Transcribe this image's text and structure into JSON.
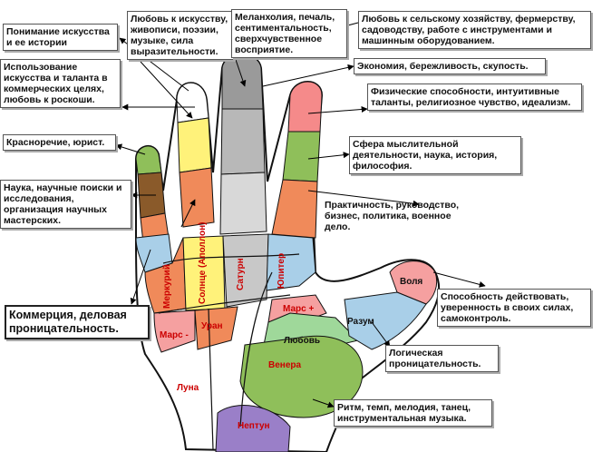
{
  "labels": {
    "understanding_art": "Понимание искусства и ее истории",
    "love_art": "Любовь к искусству, живописи, поэзии, музыке, сила выразительности.",
    "melancholy": "Меланхолия, печаль, сентиментальность, сверхчувственное восприятие.",
    "agriculture": "Любовь к сельскому хозяйству, фермерству, садоводству, работе с инструментами и машинным оборудованием.",
    "commerce_use": "Использование искусства и таланта в коммерческих целях, любовь к роскоши.",
    "economy": "Экономия, бережливость, скупость.",
    "physical": "Физические способности, интуитивные таланты, религиозное чувство, идеализм.",
    "eloquence": "Красноречие, юрист.",
    "thinking": "Сфера мыслительной деятельности, наука, история, философия.",
    "science": "Наука, научные поиски и исследования, организация научных мастерских.",
    "practical": "Практичность, руководство, бизнес, политика, военное дело.",
    "commerce_insight": "Коммерция, деловая проницательность.",
    "ability": "Способность действовать, уверенность в своих силах, самоконтроль.",
    "logic": "Логическая проницательность.",
    "rhythm": "Ритм, темп, мелодия, танец, инструментальная музыка."
  },
  "zones": {
    "mercury": "Меркурий",
    "sun": "Солнце (Аполлон)",
    "saturn": "Сатурн",
    "jupiter": "Юпитер",
    "mars_minus": "Марс -",
    "uran": "Уран",
    "mars_plus": "Марс +",
    "love": "Любовь",
    "venus": "Венера",
    "luna": "Луна",
    "neptun": "Нептун",
    "volya": "Воля",
    "razum": "Разум"
  }
}
